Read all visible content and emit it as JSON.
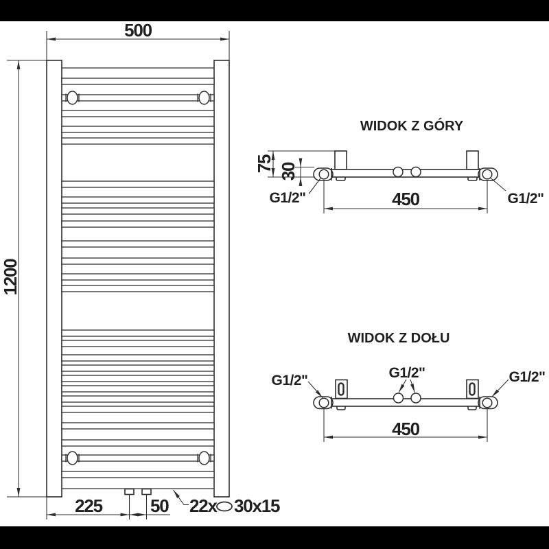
{
  "drawing": {
    "front_view": {
      "width_label": "500",
      "height_label": "1200",
      "offset_label": "225",
      "spacing_label": "50",
      "tube_count_label": "22x",
      "tube_profile_label": "30x15"
    },
    "top_view": {
      "title": "WIDOK Z GÓRY",
      "depth_label": "75",
      "pipe_offset_label": "30",
      "spacing_label": "450",
      "thread_left": "G1/2\"",
      "thread_right": "G1/2\""
    },
    "bottom_view": {
      "title": "WIDOK Z DOŁU",
      "spacing_label": "450",
      "thread_left": "G1/2\"",
      "thread_center": "G1/2\"",
      "thread_right": "G1/2\""
    },
    "colors": {
      "line": "#2d2d2d",
      "text": "#1f1f1f",
      "letterbox": "#000000",
      "background": "#ffffff"
    },
    "front_geometry": {
      "tube_rows_y": [
        114,
        161,
        184,
        201,
        264,
        287,
        303,
        322,
        351,
        376,
        399,
        416,
        481,
        496,
        517,
        532,
        547,
        562,
        577,
        592,
        616,
        641,
        687
      ],
      "hanger_rows_y": [
        138,
        663
      ],
      "tube_height": 9
    }
  }
}
